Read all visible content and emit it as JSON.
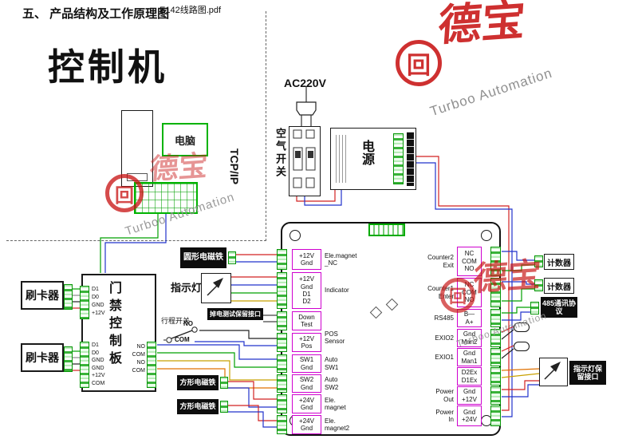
{
  "page": {
    "title": "五、 产品结构及工作原理图",
    "filename": "E142线路图.pdf"
  },
  "watermark": {
    "brand": "德宝",
    "logo_char": "回",
    "sub": "Turboo Automation"
  },
  "control_unit": {
    "title": "控制机",
    "pc": "电脑",
    "tcpip": "TCP/IP"
  },
  "power": {
    "ac": "AC220V",
    "air_switch": "空气开关",
    "psu": "电源"
  },
  "board": {
    "left_ports": [
      {
        "pins": "+12V\nGnd",
        "desc": "Ele.magnet\n_NC"
      },
      {
        "pins": "+12V\nGnd\nD1\nD2",
        "desc": "Indicator"
      },
      {
        "pins": "Down\nTest",
        "desc": ""
      },
      {
        "pins": "+12V\nPos",
        "desc": "POS\nSensor"
      },
      {
        "pins": "SW1\nGnd",
        "desc": "Auto\nSW1"
      },
      {
        "pins": "SW2\nGnd",
        "desc": "Auto\nSW2"
      },
      {
        "pins": "+24V\nGnd",
        "desc": "Ele.\nmagnet"
      },
      {
        "pins": "+24V\nGnd",
        "desc": "Ele.\nmagnet2"
      }
    ],
    "right_ports": [
      {
        "pins": "NC\nCOM\nNO",
        "desc": "Counter2\nExit"
      },
      {
        "pins": "NC\nCOM\nNO",
        "desc": "Counter1\nEnter"
      },
      {
        "pins": "B—\nA+",
        "desc": "RS485"
      },
      {
        "pins": "Gnd\nMan2",
        "desc": "EXIO2"
      },
      {
        "pins": "Gnd\nMan1",
        "desc": "EXIO1"
      },
      {
        "pins": "D2Ex\nD1Ex",
        "desc": ""
      },
      {
        "pins": "Gnd\n+12V",
        "desc": "Power\nOut"
      },
      {
        "pins": "Gnd\n+24V",
        "desc": "Power\nIn"
      }
    ]
  },
  "left_devices": {
    "card_reader1": "刷卡器",
    "card_reader2": "刷卡器",
    "access_title": "门禁控制板",
    "access_pins_top": "D1\nD0\nGND\n+12V",
    "access_pins_bottom": "D1\nD0\nGND\nGND\n+12V\nCOM",
    "access_pins_right": "NO\nCOM\nNO\nCOM",
    "round_magnet": "圆形电磁铁",
    "indicator": "指示灯",
    "powerdown": "掉电测试保留接口",
    "travel_switch": "行程开关",
    "sw_no": "NO",
    "sw_com": "COM",
    "square_magnet1": "方形电磁铁",
    "square_magnet2": "方形电磁铁"
  },
  "right_devices": {
    "counter1": "计数器",
    "counter2": "计数器",
    "comm485": "485通讯协议",
    "indicator_reserved": "指示灯保留接口"
  }
}
